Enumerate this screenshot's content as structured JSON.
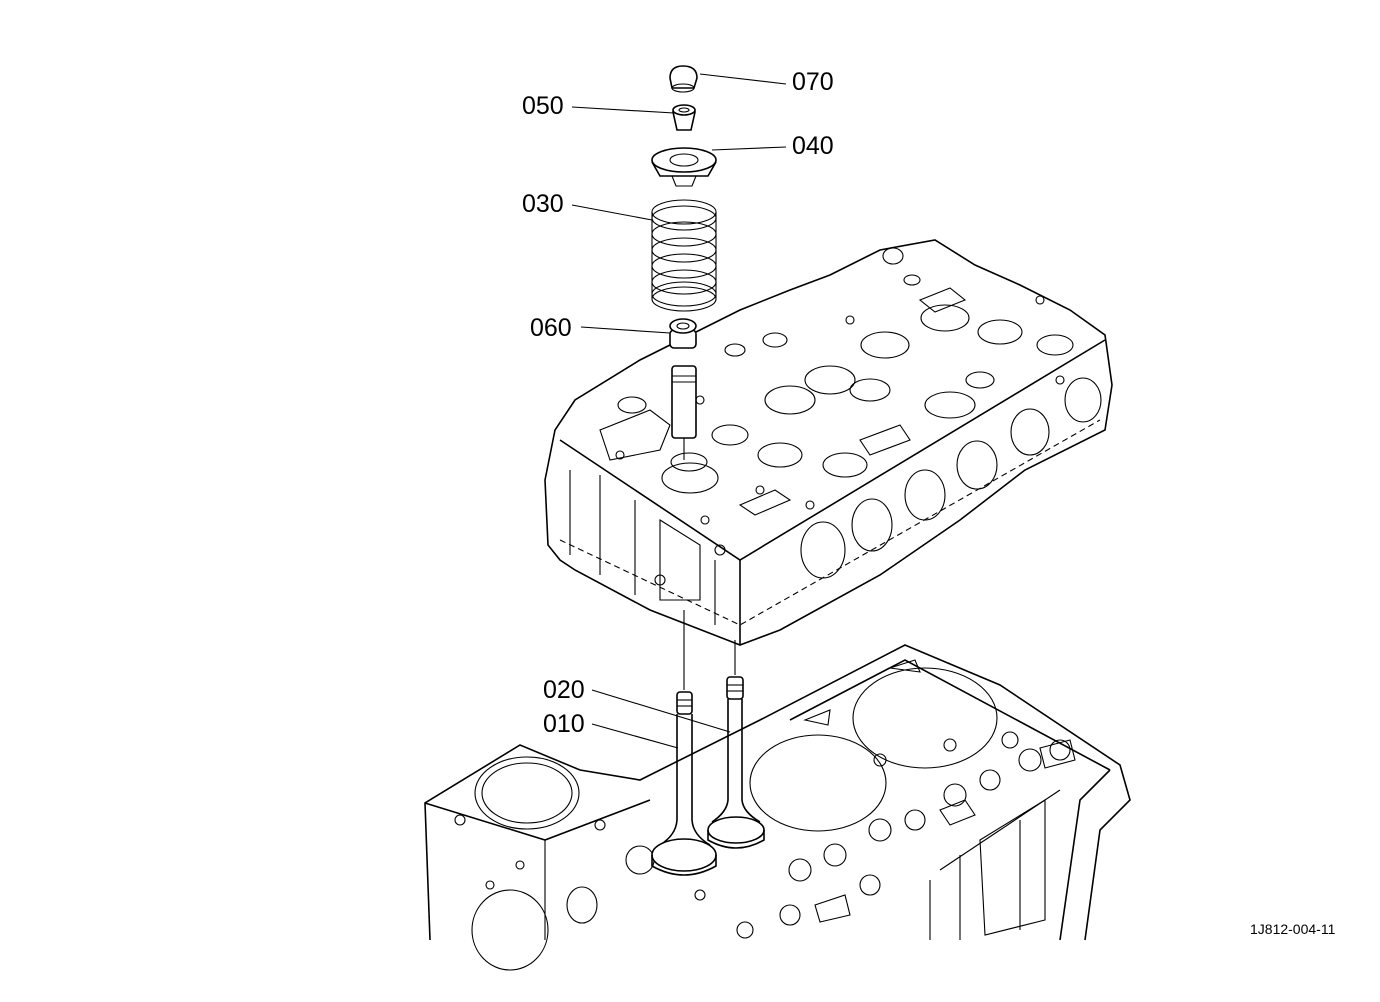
{
  "callouts": {
    "c070": "070",
    "c050": "050",
    "c040": "040",
    "c030": "030",
    "c060": "060",
    "c020": "020",
    "c010": "010"
  },
  "figure_code": "1J812-004-11",
  "parts": [
    "valve-cap",
    "valve-collet",
    "spring-retainer",
    "valve-spring",
    "valve-stem-seal",
    "valve-guide",
    "cylinder-head",
    "exhaust-valve",
    "intake-valve",
    "cylinder-block"
  ]
}
